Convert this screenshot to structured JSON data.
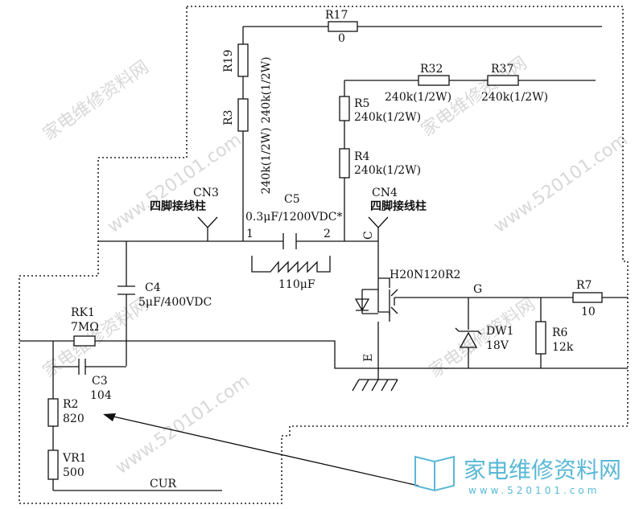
{
  "components": {
    "r17": {
      "ref": "R17",
      "value": "0"
    },
    "r19": {
      "ref": "R19"
    },
    "r3": {
      "ref": "R3",
      "value": "240k(1/2W)"
    },
    "r19_value": "240k(1/2W)",
    "r3_value2": "240k(1/2W)",
    "r32": {
      "ref": "R32",
      "value": "240k(1/2W)"
    },
    "r37": {
      "ref": "R37",
      "value": "240k(1/2W)"
    },
    "r5": {
      "ref": "R5",
      "value": "240k(1/2W)"
    },
    "r4": {
      "ref": "R4",
      "value": "240k(1/2W)"
    },
    "cn3": {
      "ref": "CN3",
      "desc": "四脚接线柱"
    },
    "cn4": {
      "ref": "CN4",
      "desc": "四脚接线柱"
    },
    "c5": {
      "ref": "C5",
      "value": "0.3μF/1200VDC*",
      "pin1": "1",
      "pin2": "2"
    },
    "coil": {
      "value": "110μF"
    },
    "c4": {
      "ref": "C4",
      "value": "5μF/400VDC"
    },
    "igbt": {
      "ref": "H20N120R2",
      "pin_c": "C",
      "pin_g": "G",
      "pin_e": "E"
    },
    "rk1": {
      "ref": "RK1",
      "value": "7MΩ"
    },
    "c3": {
      "ref": "C3",
      "value": "104"
    },
    "r2": {
      "ref": "R2",
      "value": "820"
    },
    "vr1": {
      "ref": "VR1",
      "value": "500"
    },
    "cur": {
      "label": "CUR"
    },
    "dw1": {
      "ref": "DW1",
      "value": "18V"
    },
    "r6": {
      "ref": "R6",
      "value": "12k"
    },
    "r7": {
      "ref": "R7",
      "value": "10"
    }
  },
  "watermark": {
    "text": "家电维修资料网",
    "url": "www.520101.com",
    "logo_text": "家电维修资料网",
    "logo_url": "www.520101.com"
  }
}
